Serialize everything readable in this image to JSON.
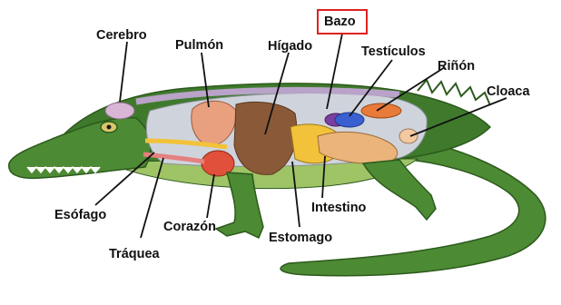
{
  "labels": {
    "bazo": "Bazo",
    "cerebro": "Cerebro",
    "pulmon": "Pulmón",
    "higado": "Hígado",
    "testiculos": "Testículos",
    "rinon": "Riñón",
    "cloaca": "Cloaca",
    "esofago": "Esófago",
    "corazon": "Corazón",
    "traquea": "Tráquea",
    "estomago": "Estomago",
    "intestino": "Intestino"
  },
  "colors": {
    "skin": "#3f7a2c",
    "skin_light": "#8fbf5a",
    "body_cavity": "#cfd4dc",
    "highlight": "#e02020"
  },
  "icons": {
    "figure": "crocodile-anatomy-illustration"
  }
}
